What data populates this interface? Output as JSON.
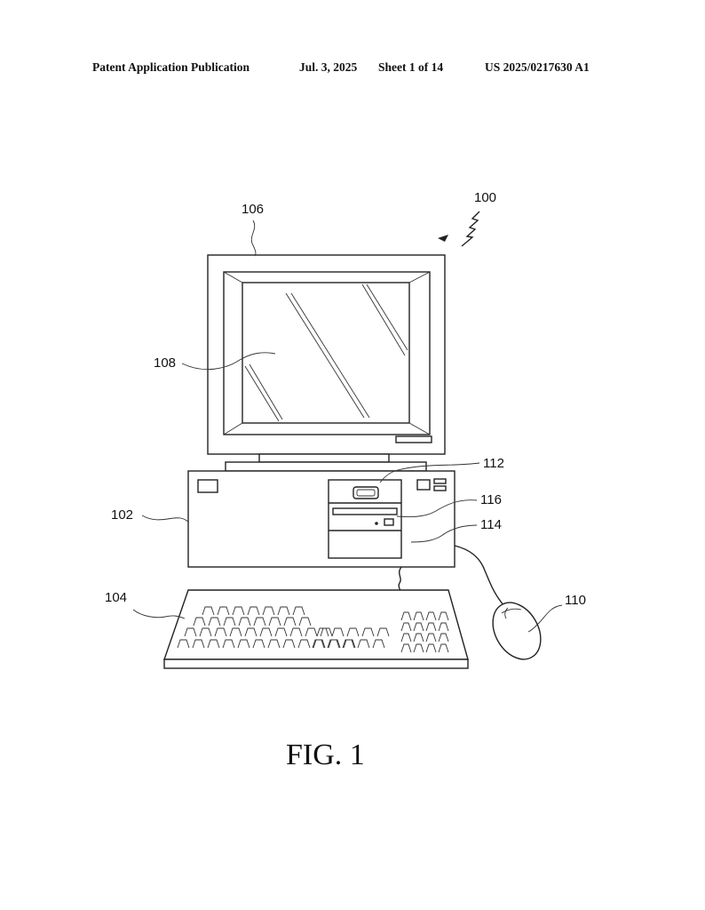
{
  "header": {
    "publication": "Patent Application Publication",
    "date": "Jul. 3, 2025",
    "sheet": "Sheet 1 of 14",
    "number": "US 2025/0217630 A1"
  },
  "figure": {
    "caption": "FIG. 1",
    "labels": {
      "system": "100",
      "computer": "102",
      "keyboard": "104",
      "monitor": "106",
      "screen": "108",
      "mouse": "110",
      "usb_port": "112",
      "drive_bay": "114",
      "optical_drive": "116"
    }
  }
}
